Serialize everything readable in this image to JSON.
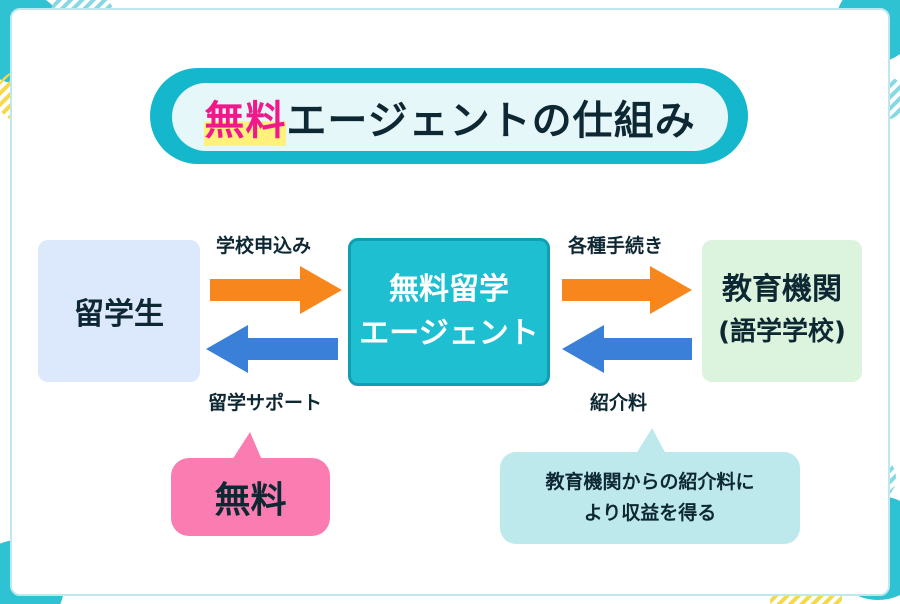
{
  "title": {
    "highlight": "無料",
    "rest": "エージェントの仕組み"
  },
  "nodes": {
    "student": "留学生",
    "agent_line1": "無料留学",
    "agent_line2": "エージェント",
    "school_line1": "教育機関",
    "school_line2": "(語学学校)"
  },
  "edges": {
    "student_to_agent": "学校申込み",
    "agent_to_student": "留学サポート",
    "agent_to_school": "各種手続き",
    "school_to_agent": "紹介料"
  },
  "callouts": {
    "student_cost": "無料",
    "agent_revenue_line1": "教育機関からの紹介料に",
    "agent_revenue_line2": "より収益を得る"
  },
  "colors": {
    "accent_teal": "#15b7cc",
    "arrow_orange": "#f7861c",
    "arrow_blue": "#3a7fd8",
    "highlight_pink": "#f0188a",
    "free_bubble": "#fb7cb0",
    "revenue_bubble": "#bde9ec",
    "student_box": "#dce8fb",
    "school_box": "#dcf3dd"
  }
}
